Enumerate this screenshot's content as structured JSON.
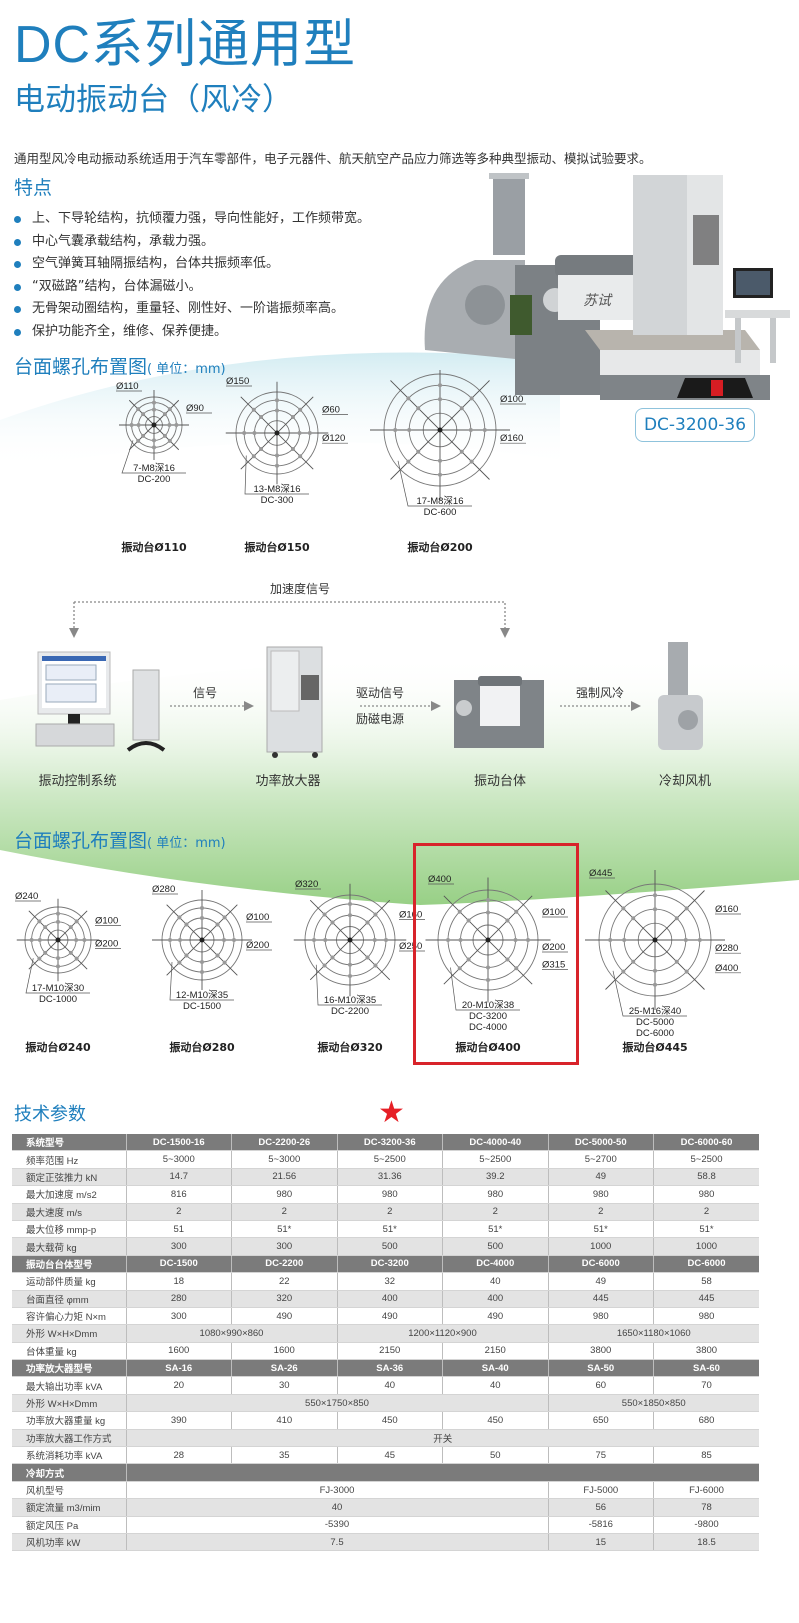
{
  "header": {
    "title": "DC系列通用型",
    "subtitle": "电动振动台（风冷）",
    "intro": "通用型风冷电动振动系统适用于汽车零部件，电子元器件、航天航空产品应力筛选等多种典型振动、模拟试验要求。"
  },
  "features": {
    "heading": "特点",
    "items": [
      "上、下导轮结构，抗倾覆力强，导向性能好，工作频带宽。",
      "中心气囊承载结构，承载力强。",
      "空气弹簧耳轴隔振结构，台体共振频率低。",
      "“双磁路”结构，台体漏磁小。",
      "无骨架动圈结构，重量轻、刚性好、一阶谐振频率高。",
      "保护功能齐全，维修、保养便捷。"
    ]
  },
  "product": {
    "model_badge": "DC-3200-36",
    "machine_logo_text": "苏试"
  },
  "layout_section_1": {
    "heading": "台面螺孔布置图",
    "unit": "( 单位：mm)",
    "diagrams": [
      {
        "labels": [
          "Ø110",
          "Ø90"
        ],
        "holes": "7-M8深16",
        "models": [
          "DC-200"
        ],
        "caption": "振动台Ø110"
      },
      {
        "labels": [
          "Ø150",
          "Ø60",
          "Ø120"
        ],
        "holes": "13-M8深16",
        "models": [
          "DC-300"
        ],
        "caption": "振动台Ø150"
      },
      {
        "labels": [
          "Ø200",
          "Ø100",
          "Ø160"
        ],
        "holes": "17-M8深16",
        "models": [
          "DC-600"
        ],
        "caption": "振动台Ø200"
      }
    ]
  },
  "flow": {
    "feedback_label": "加速度信号",
    "nodes": [
      "振动控制系统",
      "功率放大器",
      "振动台体",
      "冷却风机"
    ],
    "arrows": [
      {
        "labels": [
          "信号"
        ]
      },
      {
        "labels": [
          "驱动信号",
          "励磁电源"
        ]
      },
      {
        "labels": [
          "强制风冷"
        ]
      }
    ]
  },
  "layout_section_2": {
    "heading": "台面螺孔布置图",
    "unit": "( 单位：mm)",
    "diagrams": [
      {
        "labels": [
          "Ø240",
          "Ø100",
          "Ø200"
        ],
        "holes": "17-M10深30",
        "models": [
          "DC-1000"
        ],
        "caption": "振动台Ø240"
      },
      {
        "labels": [
          "Ø280",
          "Ø100",
          "Ø200"
        ],
        "holes": "12-M10深35",
        "models": [
          "DC-1500"
        ],
        "caption": "振动台Ø280"
      },
      {
        "labels": [
          "Ø320",
          "Ø160",
          "Ø250"
        ],
        "holes": "16-M10深35",
        "models": [
          "DC-2200"
        ],
        "caption": "振动台Ø320"
      },
      {
        "labels": [
          "Ø400",
          "Ø100",
          "Ø200",
          "Ø315"
        ],
        "holes": "20-M10深38",
        "models": [
          "DC-3200",
          "DC-4000"
        ],
        "caption": "振动台Ø400",
        "highlighted": true
      },
      {
        "labels": [
          "Ø445",
          "Ø160",
          "Ø280",
          "Ø400"
        ],
        "holes": "25-M16深40",
        "models": [
          "DC-5000",
          "DC-6000"
        ],
        "caption": "振动台Ø445"
      }
    ]
  },
  "specs": {
    "heading": "技术参数",
    "highlight_color": "#e61f26",
    "rows": [
      {
        "type": "hd",
        "cells": [
          "系统型号",
          "DC-1500-16",
          "DC-2200-26",
          "DC-3200-36",
          "DC-4000-40",
          "DC-5000-50",
          "DC-6000-60"
        ]
      },
      {
        "type": "row",
        "cells": [
          "频率范围 Hz",
          "5~3000",
          "5~3000",
          "5~2500",
          "5~2500",
          "5~2700",
          "5~2500"
        ]
      },
      {
        "type": "alt",
        "cells": [
          "额定正弦推力 kN",
          "14.7",
          "21.56",
          "31.36",
          "39.2",
          "49",
          "58.8"
        ]
      },
      {
        "type": "row",
        "cells": [
          "最大加速度 m/s2",
          "816",
          "980",
          "980",
          "980",
          "980",
          "980"
        ]
      },
      {
        "type": "alt",
        "cells": [
          "最大速度 m/s",
          "2",
          "2",
          "2",
          "2",
          "2",
          "2"
        ]
      },
      {
        "type": "row",
        "cells": [
          "最大位移 mmp-p",
          "51",
          "51*",
          "51*",
          "51*",
          "51*",
          "51*"
        ]
      },
      {
        "type": "alt",
        "cells": [
          "最大载荷 kg",
          "300",
          "300",
          "500",
          "500",
          "1000",
          "1000"
        ]
      },
      {
        "type": "hd",
        "cells": [
          "振动台台体型号",
          "DC-1500",
          "DC-2200",
          "DC-3200",
          "DC-4000",
          "DC-6000",
          "DC-6000"
        ]
      },
      {
        "type": "row",
        "cells": [
          "运动部件质量 kg",
          "18",
          "22",
          "32",
          "40",
          "49",
          "58"
        ]
      },
      {
        "type": "alt",
        "cells": [
          "台面直径 φmm",
          "280",
          "320",
          "400",
          "400",
          "445",
          "445"
        ]
      },
      {
        "type": "row",
        "cells": [
          "容许偏心力矩 N×m",
          "300",
          "490",
          "490",
          "490",
          "980",
          "980"
        ]
      },
      {
        "type": "alt",
        "spans": [
          1,
          2,
          2,
          2
        ],
        "cells": [
          "外形 W×H×Dmm",
          "1080×990×860",
          "1200×1120×900",
          "1650×1180×1060"
        ]
      },
      {
        "type": "row",
        "cells": [
          "台体重量 kg",
          "1600",
          "1600",
          "2150",
          "2150",
          "3800",
          "3800"
        ]
      },
      {
        "type": "hd",
        "cells": [
          "功率放大器型号",
          "SA-16",
          "SA-26",
          "SA-36",
          "SA-40",
          "SA-50",
          "SA-60"
        ]
      },
      {
        "type": "row",
        "cells": [
          "最大输出功率 kVA",
          "20",
          "30",
          "40",
          "40",
          "60",
          "70"
        ]
      },
      {
        "type": "alt",
        "spans": [
          1,
          4,
          2
        ],
        "cells": [
          "外形 W×H×Dmm",
          "550×1750×850",
          "550×1850×850"
        ]
      },
      {
        "type": "row",
        "cells": [
          "功率放大器重量 kg",
          "390",
          "410",
          "450",
          "450",
          "650",
          "680"
        ]
      },
      {
        "type": "alt",
        "spans": [
          1,
          6
        ],
        "cells": [
          "功率放大器工作方式",
          "开关"
        ]
      },
      {
        "type": "row",
        "cells": [
          "系统消耗功率 kVA",
          "28",
          "35",
          "45",
          "50",
          "75",
          "85"
        ]
      },
      {
        "type": "hd",
        "spans": [
          1,
          6
        ],
        "cells": [
          "冷却方式",
          ""
        ]
      },
      {
        "type": "row",
        "spans": [
          1,
          4,
          1,
          1
        ],
        "cells": [
          "风机型号",
          "FJ-3000",
          "FJ-5000",
          "FJ-6000"
        ]
      },
      {
        "type": "alt",
        "spans": [
          1,
          4,
          1,
          1
        ],
        "cells": [
          "额定流量 m3/mim",
          "40",
          "56",
          "78"
        ]
      },
      {
        "type": "row",
        "spans": [
          1,
          4,
          1,
          1
        ],
        "cells": [
          "额定风压 Pa",
          "-5390",
          "-5816",
          "-9800"
        ]
      },
      {
        "type": "alt",
        "spans": [
          1,
          4,
          1,
          1
        ],
        "cells": [
          "风机功率 kW",
          "7.5",
          "15",
          "18.5"
        ]
      }
    ]
  }
}
